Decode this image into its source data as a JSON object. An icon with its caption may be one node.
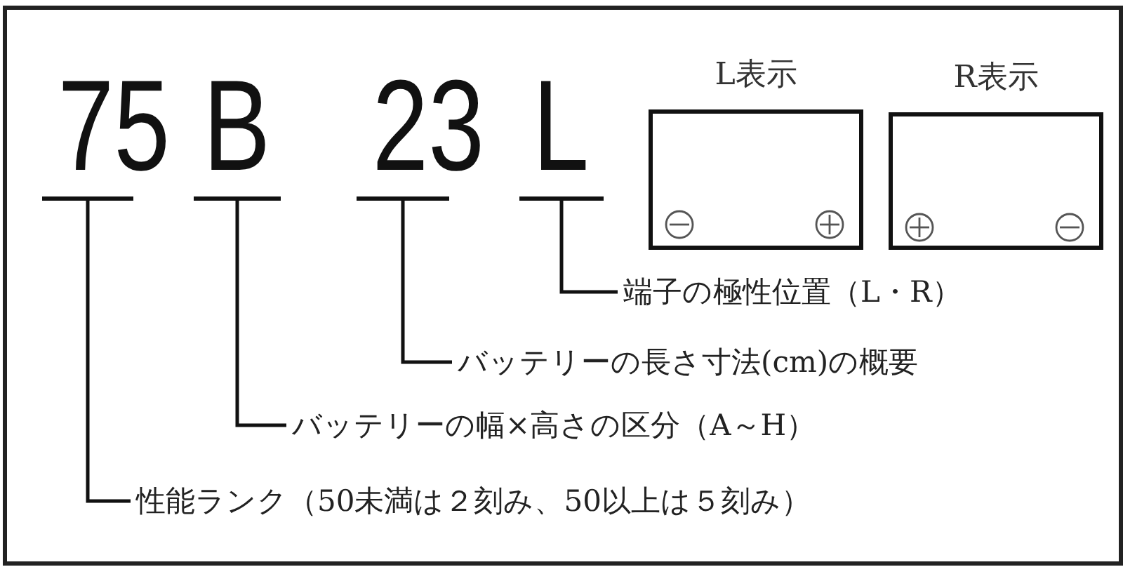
{
  "diagram": {
    "nodes": [
      {
        "text": [
          "75"
        ]
      },
      {
        "text": [
          "B"
        ]
      },
      {
        "text": [
          "23"
        ]
      },
      {
        "text": [
          "L"
        ]
      },
      {
        "text": [
          "L表示"
        ]
      },
      {
        "text": [
          "R表示"
        ]
      },
      {
        "text": [
          "端子の極性位置（L・R）"
        ]
      },
      {
        "text": [
          "バッテリーの長さ寸法(cm)の概要"
        ]
      },
      {
        "text": [
          "バッテリーの幅×高さの区分（A～H）"
        ]
      },
      {
        "text": [
          "性能ランク（50未満は２刻み、50以上は５刻み）"
        ]
      }
    ],
    "edges": [
      {
        "from": 3,
        "to": 6,
        "arrow": "none"
      },
      {
        "from": 2,
        "to": 7,
        "arrow": "none"
      },
      {
        "from": 1,
        "to": 8,
        "arrow": "none"
      },
      {
        "from": 0,
        "to": 9,
        "arrow": "none"
      }
    ]
  }
}
